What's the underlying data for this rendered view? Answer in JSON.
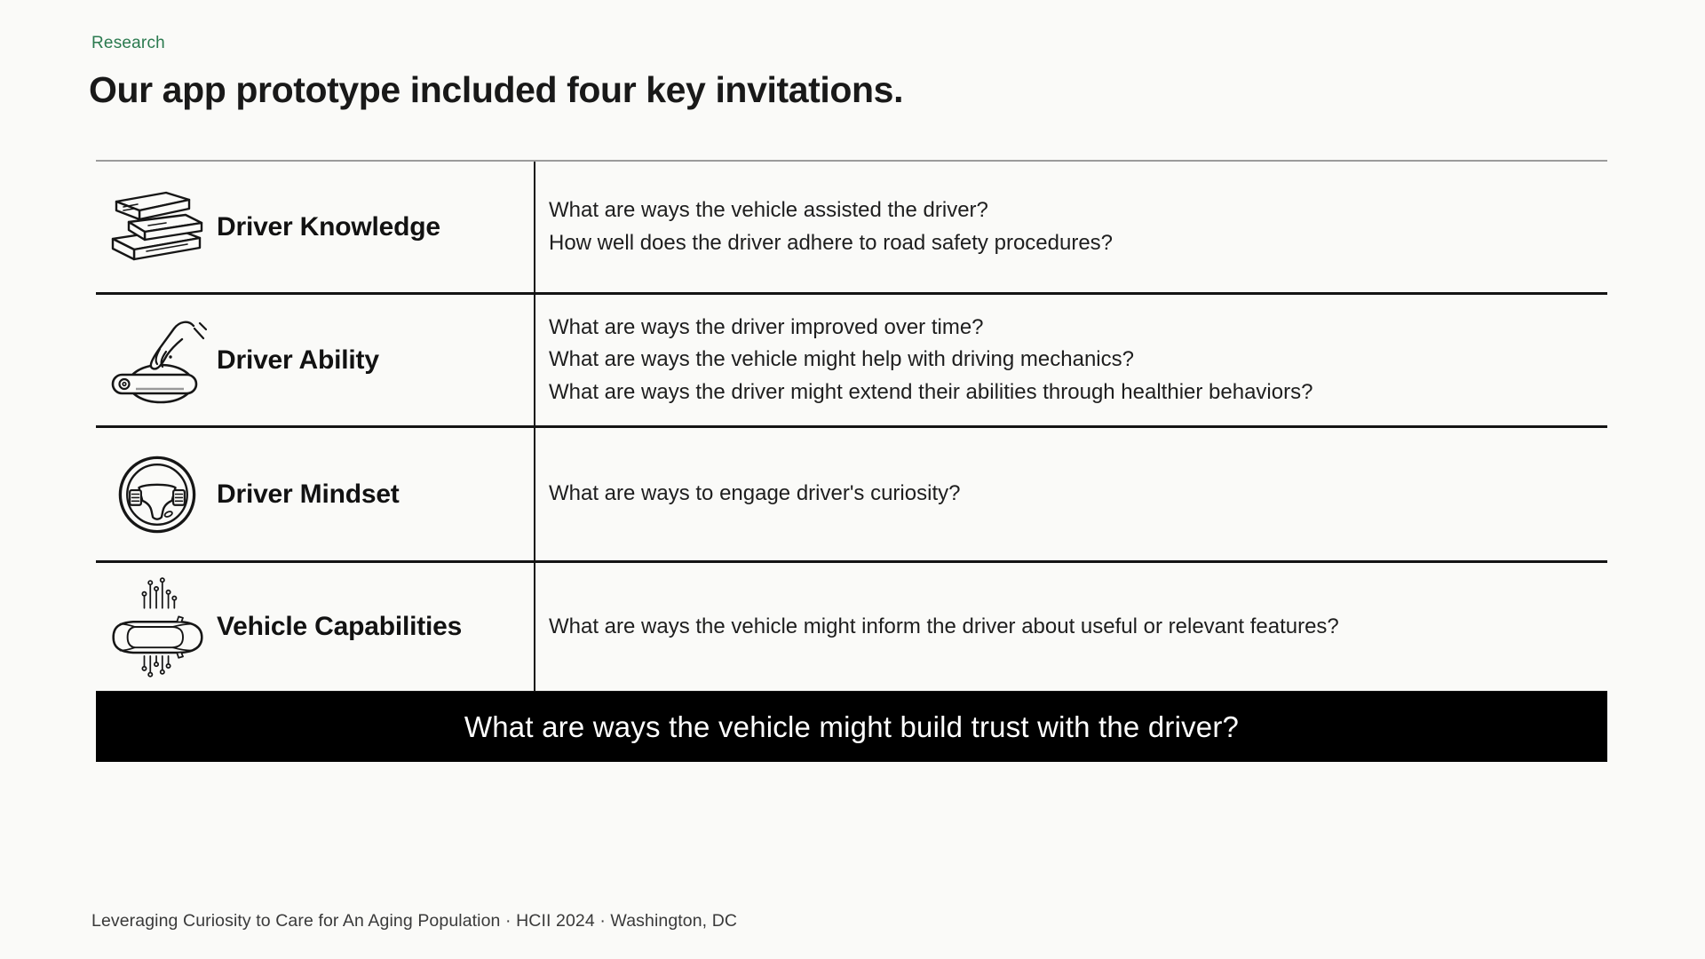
{
  "header": {
    "eyebrow": "Research",
    "title": "Our app prototype included four key invitations."
  },
  "colors": {
    "accent_green": "#2b7a4f",
    "banner_bg": "#000000",
    "banner_text": "#ffffff",
    "page_bg": "#fafaf8",
    "rule_gray": "#9b9b9b",
    "rule_black": "#141414"
  },
  "table": {
    "rows": [
      {
        "icon": "books-icon",
        "label": "Driver Knowledge",
        "questions": [
          "What are ways the vehicle assisted the driver?",
          "How well does the driver adhere to road safety procedures?"
        ]
      },
      {
        "icon": "hand-door-handle-icon",
        "label": "Driver Ability",
        "questions": [
          "What are ways the driver improved over time?",
          "What are ways the vehicle might help with driving mechanics?",
          "What are ways the driver might extend their abilities through healthier behaviors?"
        ]
      },
      {
        "icon": "steering-wheel-icon",
        "label": "Driver Mindset",
        "questions": [
          "What are ways to engage driver's curiosity?"
        ]
      },
      {
        "icon": "car-technology-icon",
        "label": "Vehicle Capabilities",
        "questions": [
          "What are ways the vehicle might inform the driver about useful or relevant features?"
        ]
      }
    ]
  },
  "banner": {
    "text": "What are ways the vehicle might build trust with the driver?"
  },
  "footer": {
    "text": "Leveraging Curiosity to Care for An Aging Population · HCII 2024 ·  Washington, DC"
  }
}
